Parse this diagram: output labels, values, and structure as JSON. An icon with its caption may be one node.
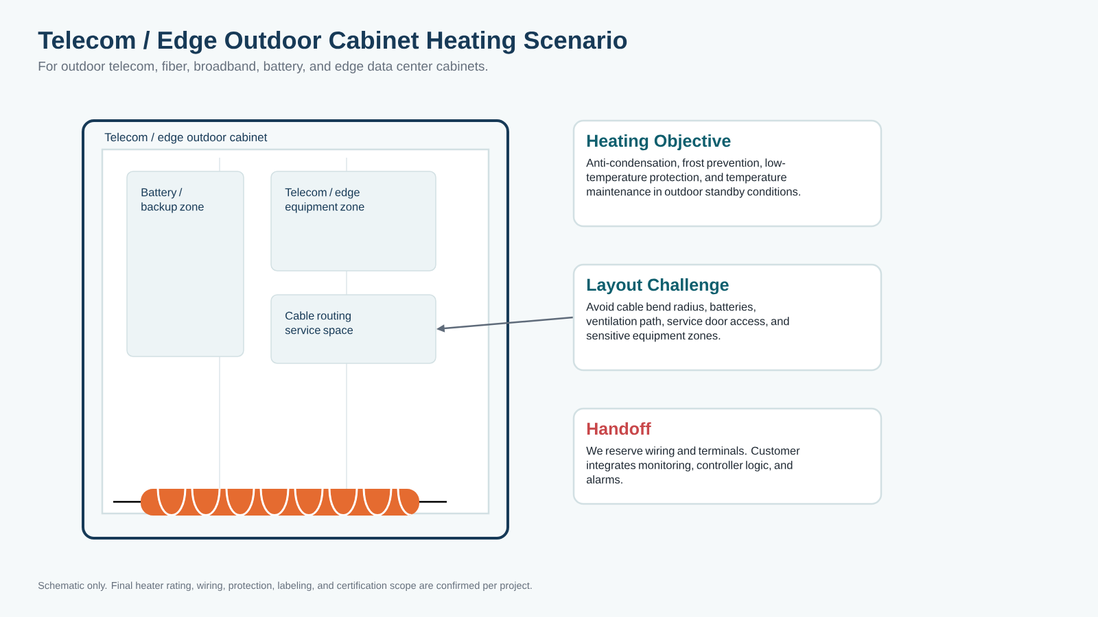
{
  "diagram": {
    "title": "Telecom / Edge Outdoor Cabinet Heating Scenario",
    "nodes": [
      {
        "text": [
          "Telecom / edge outdoor cabinet"
        ]
      },
      {
        "text": [
          "Battery / backup zone"
        ],
        "in": 0
      },
      {
        "text": [
          "Telecom / edge equipment zone"
        ],
        "in": 0
      },
      {
        "text": [
          "Cable routing service space"
        ],
        "in": 0
      },
      {
        "text": [
          "Heating Objective",
          "Anti-condensation, frost prevention, low-temperature protection, and temperature maintenance in outdoor standby conditions."
        ]
      },
      {
        "text": [
          "Layout Challenge",
          "Avoid cable bend radius, batteries, ventilation path, service door access, and sensitive equipment zones."
        ]
      },
      {
        "text": [
          "Handoff",
          "We reserve wiring and terminals. Customer integrates monitoring, controller logic, and alarms."
        ]
      }
    ],
    "edges": [
      {
        "from": 5,
        "to": 3,
        "arrow": "to"
      }
    ],
    "labels": [
      "For outdoor telecom, fiber, broadband, battery, and edge data center cabinets."
    ],
    "caption": "Schematic only. Final heater rating, wiring, protection, labeling, and certification scope are confirmed per project."
  }
}
